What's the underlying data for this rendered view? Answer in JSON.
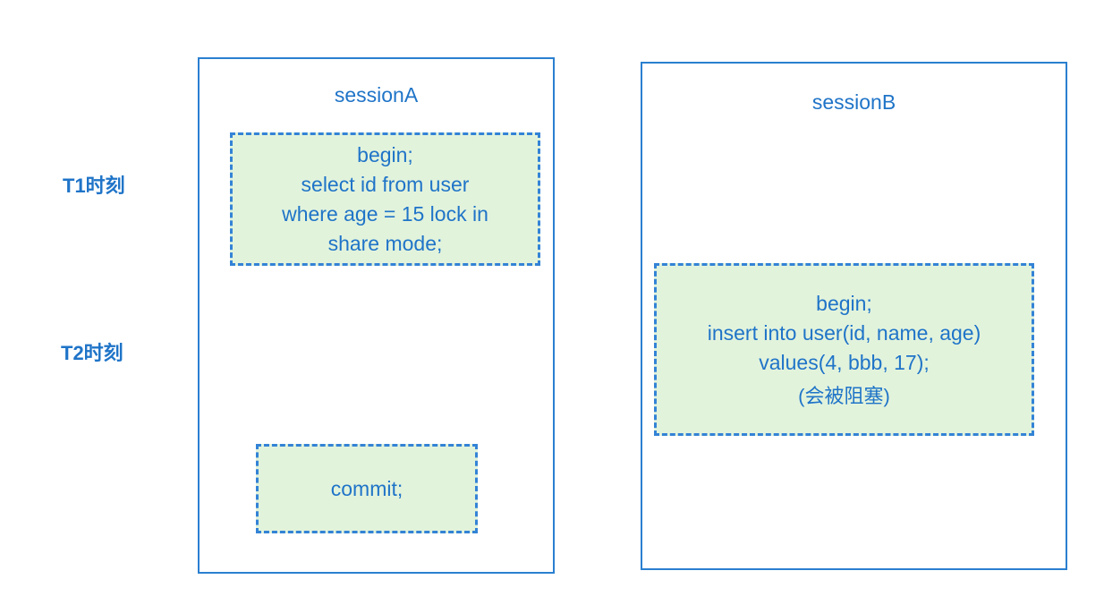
{
  "timeline": {
    "t1_label": "T1时刻",
    "t2_label": "T2时刻"
  },
  "sessionA": {
    "title": "sessionA",
    "stmt1_lines": [
      "begin;",
      "select id from user",
      "where age = 15 lock in",
      "share mode;"
    ],
    "stmt2": "commit;"
  },
  "sessionB": {
    "title": "sessionB",
    "stmt1_lines": [
      "begin;",
      "insert into user(id, name, age)",
      "values(4, bbb, 17);"
    ],
    "note": "(会被阻塞)"
  },
  "colors": {
    "accent": "#1f74c8",
    "box_fill": "#e2f3dc",
    "box_border": "#3383d6"
  }
}
